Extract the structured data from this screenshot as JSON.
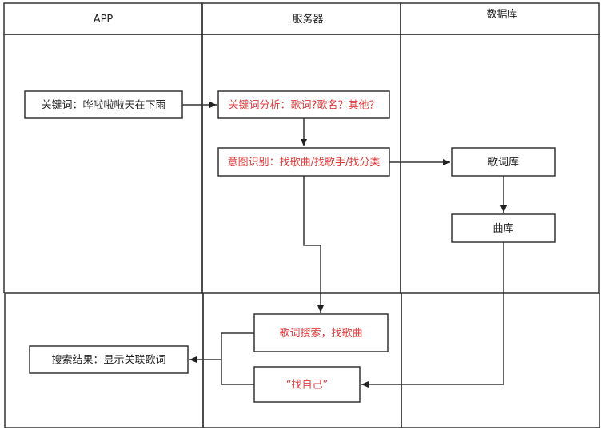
{
  "lanes": {
    "app": "APP",
    "server": "服务器",
    "database": "数据库"
  },
  "nodes": {
    "keyword": "关键词：哗啦啦啦天在下雨",
    "keyword_analysis": "关键词分析：歌词?歌名？其他？",
    "intent": "意图识别：找歌曲/找歌手/找分类",
    "lyrics_db": "歌词库",
    "song_db": "曲库",
    "lyrics_search": "歌词搜索，找歌曲",
    "find_self": "“找自己”",
    "search_result": "搜索结果：显示关联歌词"
  },
  "colors": {
    "line": "#333333",
    "highlight_text": "#e03c3c",
    "normal_text": "#222222"
  }
}
